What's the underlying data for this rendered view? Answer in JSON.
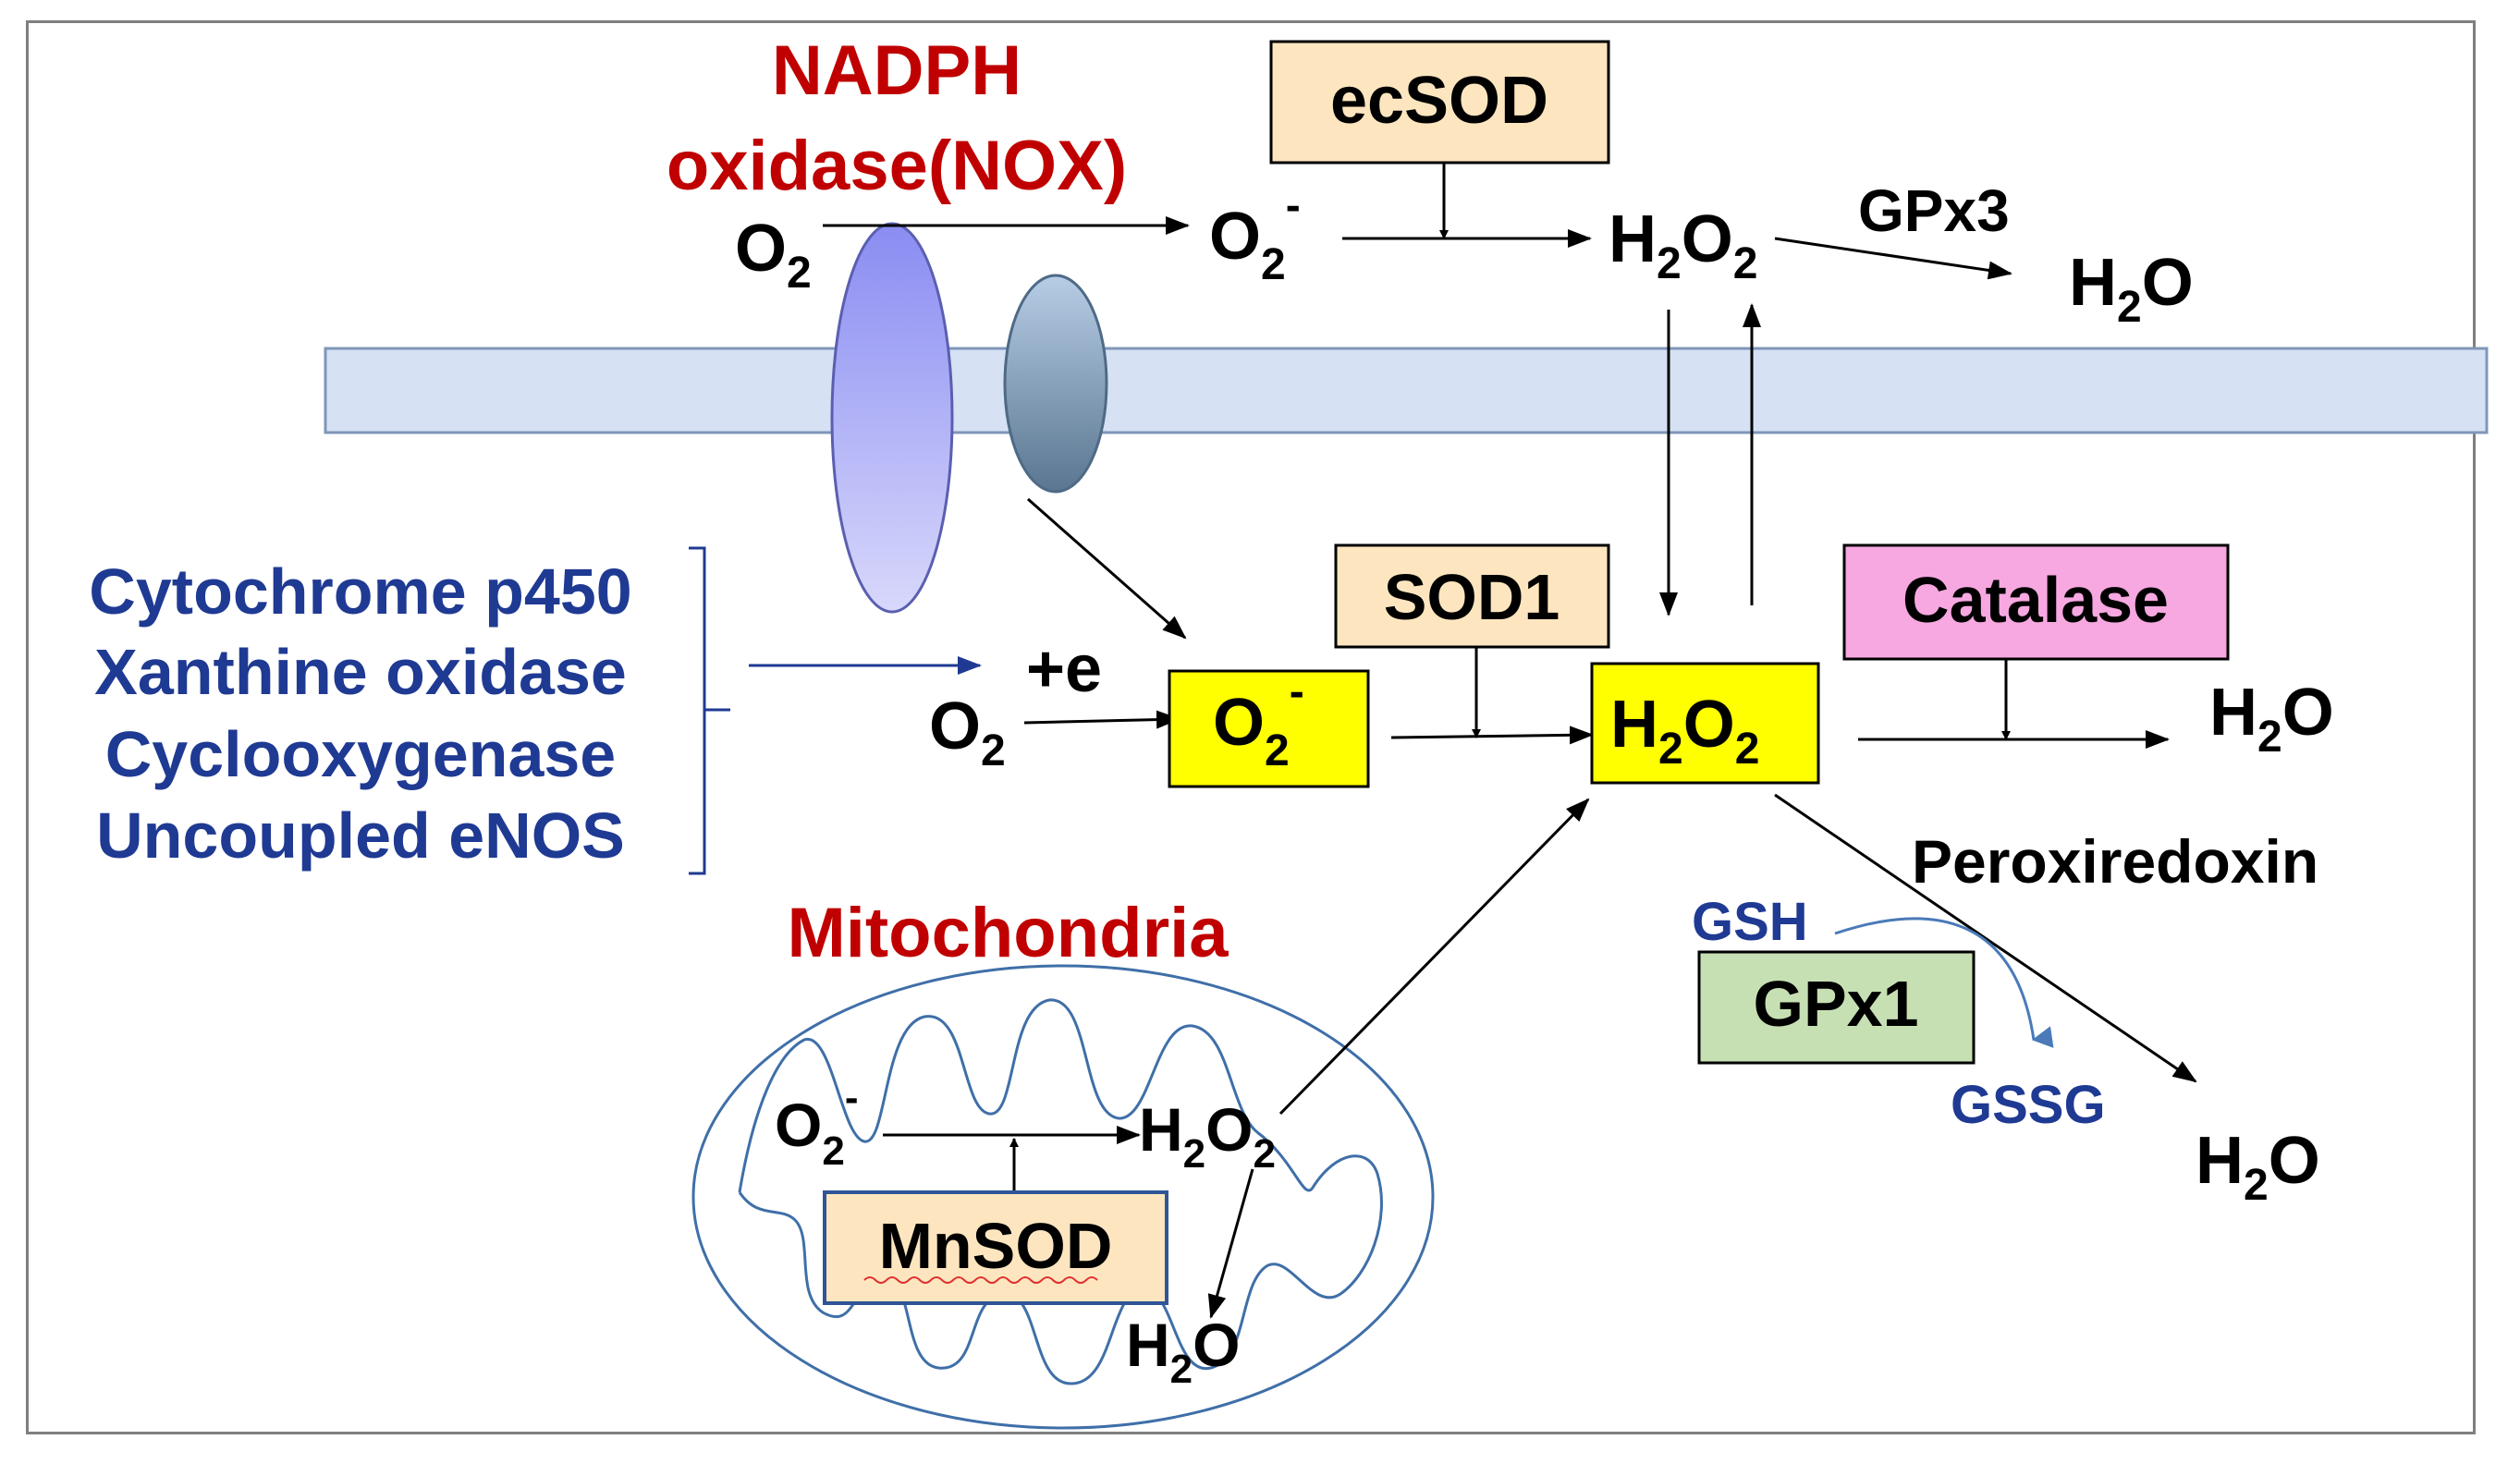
{
  "nox": {
    "line1": "NADPH",
    "line2": "oxidase(NOX)"
  },
  "extracellular": {
    "o2": "O",
    "o2_sub": "2",
    "superoxide": "O",
    "superoxide_sub": "2",
    "superoxide_sup": "-",
    "ecsod": "ecSOD",
    "h2o2_h": "H",
    "h2o2_sub1": "2",
    "h2o2_o": "O",
    "h2o2_sub2": "2",
    "gpx3": "GPx3",
    "water_h": "H",
    "water_sub": "2",
    "water_o": "O"
  },
  "sources": {
    "items": [
      "Cytochrome p450",
      "Xanthine oxidase",
      "Cyclooxygenase",
      "Uncoupled eNOS"
    ]
  },
  "cytosol": {
    "electron": "+e",
    "o2": "O",
    "o2_sub": "2",
    "superoxide": "O",
    "superoxide_sub": "2",
    "superoxide_sup": "-",
    "sod1": "SOD1",
    "h2o2_h": "H",
    "h2o2_sub1": "2",
    "h2o2_o": "O",
    "h2o2_sub2": "2",
    "catalase": "Catalase",
    "water_h": "H",
    "water_sub": "2",
    "water_o": "O",
    "peroxiredoxin": "Peroxiredoxin",
    "gsh": "GSH",
    "gpx1": "GPx1",
    "gssg": "GSSG",
    "water2_h": "H",
    "water2_sub": "2",
    "water2_o": "O"
  },
  "mitochondria": {
    "title": "Mitochondria",
    "superoxide": "O",
    "superoxide_sub": "2",
    "superoxide_sup": "-",
    "h2o2_h": "H",
    "h2o2_sub1": "2",
    "h2o2_o": "O",
    "h2o2_sub2": "2",
    "mnsod": "MnSOD",
    "water_h": "H",
    "water_sub": "2",
    "water_o": "O"
  },
  "colors": {
    "title_red": "#c00000",
    "source_blue": "#1f3a93",
    "highlight_yellow": "#ffff00",
    "enzyme_peach": "#fde6bf",
    "catalase_pink": "#f7a8e0",
    "gpx1_green": "#c6e0b4",
    "membrane": "#d6e2f3"
  }
}
